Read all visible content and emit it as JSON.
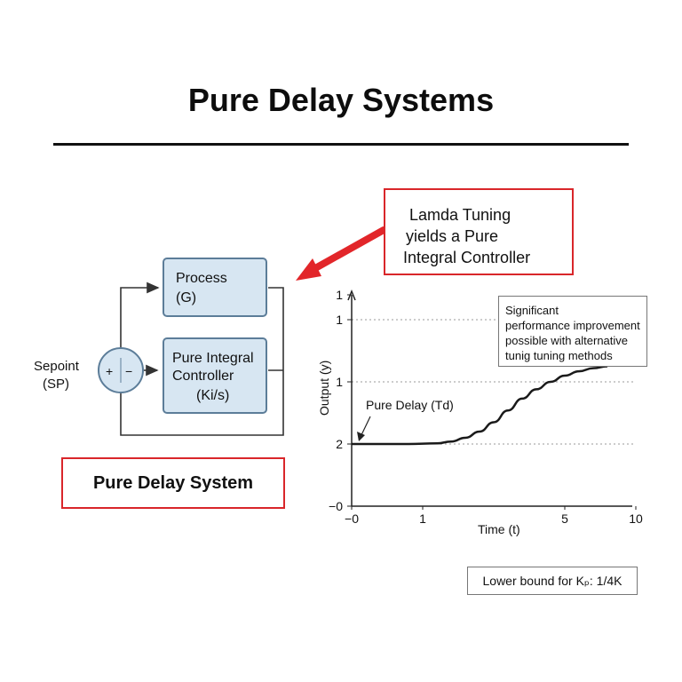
{
  "title": "Pure Delay Systems",
  "callout": {
    "line1": "Lamda Tuning",
    "line2": "yields a Pure",
    "line3": "Integral Controller"
  },
  "diagram": {
    "process": {
      "line1": "Process",
      "line2": "(G)"
    },
    "controller": {
      "line1": "Pure Integral",
      "line2": "Controller",
      "line3": "(Ki/s)"
    },
    "setpoint": {
      "line1": "Sepoint",
      "line2": "(SP)"
    },
    "summer": {
      "plus": "+",
      "minus": "−"
    },
    "label": "Pure Delay System"
  },
  "chart_data": {
    "type": "line",
    "xlabel": "Time (t)",
    "ylabel": "Output (y)",
    "xlim": [
      0,
      10
    ],
    "ylim": [
      0,
      3.4
    ],
    "x_ticks": [
      {
        "value": 0,
        "label": "−0"
      },
      {
        "value": 2.5,
        "label": "1"
      },
      {
        "value": 7.5,
        "label": "5"
      },
      {
        "value": 10,
        "label": "10"
      }
    ],
    "y_ticks": [
      {
        "value": 0,
        "label": "−0",
        "grid": false
      },
      {
        "value": 1,
        "label": "2",
        "grid": true
      },
      {
        "value": 2,
        "label": "1",
        "grid": true
      },
      {
        "value": 3,
        "label": "1",
        "grid": true
      },
      {
        "value": 3.4,
        "label": "1",
        "grid": false
      }
    ],
    "series": [
      {
        "name": "output",
        "x": [
          0,
          1,
          2,
          3,
          3.5,
          4,
          4.5,
          5,
          5.5,
          6,
          6.5,
          7,
          7.5,
          8,
          8.5,
          9
        ],
        "y": [
          1.0,
          1.0,
          1.0,
          1.01,
          1.04,
          1.1,
          1.2,
          1.35,
          1.54,
          1.73,
          1.88,
          2.0,
          2.1,
          2.17,
          2.22,
          2.25
        ]
      }
    ],
    "annotation": {
      "text": "Pure Delay (Td)",
      "x": 0.2,
      "y": 1.0
    }
  },
  "note": {
    "line1": "Significant",
    "line2": "performance improvement",
    "line3": "possible with alternative",
    "line4": "tunig tuning methods"
  },
  "bound": {
    "text": "Lower bound for Kₚ: 1/4K"
  },
  "colors": {
    "accent_red": "#d9262a",
    "block_fill": "#d7e6f2",
    "block_border": "#5c7d99"
  }
}
